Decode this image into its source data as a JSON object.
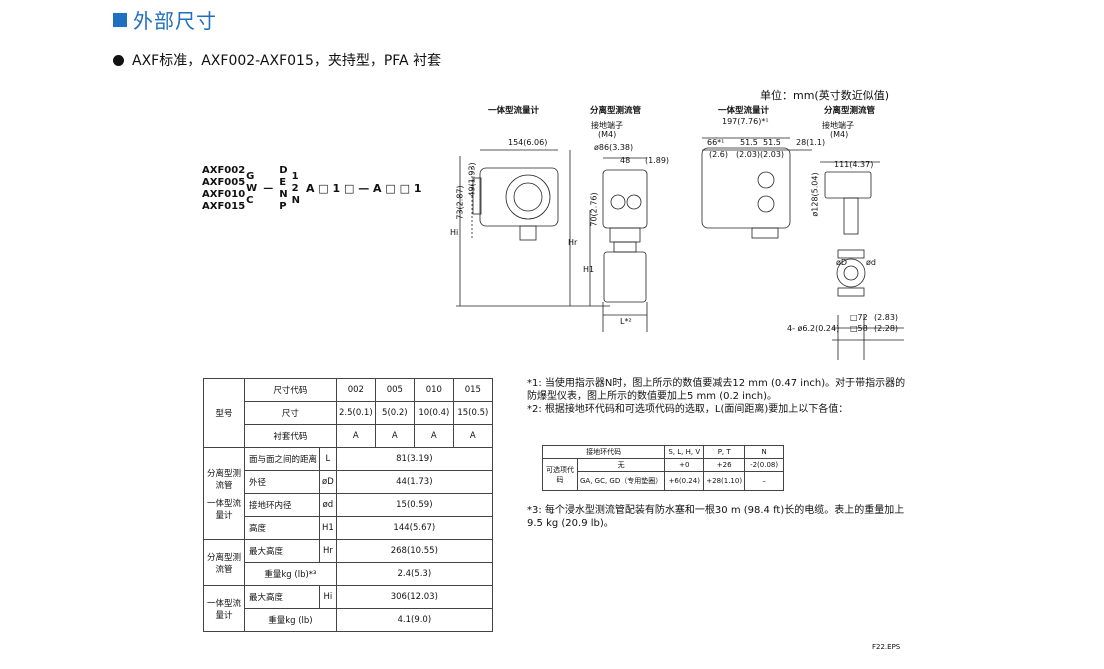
{
  "section_title": "外部尺寸",
  "subtitle": "AXF标准，AXF002-AXF015，夹持型，PFA 衬套",
  "unit_label": "单位：mm(英寸数近似值)",
  "model_code": {
    "models": [
      "AXF002",
      "AXF005",
      "AXF010",
      "AXF015"
    ],
    "suffix1": [
      "G",
      "W",
      "C"
    ],
    "dash": "—",
    "suffix2": [
      "D",
      "E",
      "N",
      "P"
    ],
    "suffix3": [
      "1",
      "2",
      "N"
    ],
    "tail": "A □ 1 □ — A □ □ 1"
  },
  "drawing_labels": {
    "integral_left": "一体型流量计",
    "remote_left": "分离型测流管",
    "integral_right": "一体型流量计",
    "remote_right": "分离型测流管",
    "ground_terminal_left": "接地端子",
    "m4_left": "(M4)",
    "d154": "154(6.06)",
    "d86": "ø86(3.38)",
    "d48": "48",
    "d189": "(1.89)",
    "d49": "49(1.93)",
    "d73": "73(2.87)",
    "d70": "70(2.76)",
    "hi": "Hi",
    "hr": "Hr",
    "h1": "H1",
    "l": "L*²",
    "d197": "197(7.76)*¹",
    "d66": "66*¹",
    "d26": "(2.6)",
    "d515a": "51.5",
    "d515b": "51.5",
    "d203a": "(2.03)",
    "d203b": "(2.03)",
    "d28": "28(1.1)",
    "ground_terminal_right": "接地端子",
    "m4_right": "(M4)",
    "d111": "111(4.37)",
    "d128": "ø128(5.04)",
    "od": "øD",
    "id": "ød",
    "sq72": "□72",
    "sq58": "□58",
    "d283": "(2.83)",
    "d228": "(2.28)",
    "holes": "4- ø6.2(0.24)"
  },
  "spec_table": {
    "model_label": "型号",
    "size_code_label": "尺寸代码",
    "size_label": "尺寸",
    "lining_label": "衬套代码",
    "size_codes": [
      "002",
      "005",
      "010",
      "015"
    ],
    "sizes": [
      "2.5(0.1)",
      "5(0.2)",
      "10(0.4)",
      "15(0.5)"
    ],
    "linings": [
      "A",
      "A",
      "A",
      "A"
    ],
    "remote_tube": "分离型测流管",
    "integral_meter": "一体型流量计",
    "rows": [
      {
        "name": "面与面之间的距离",
        "sym": "L",
        "value": "81(3.19)"
      },
      {
        "name": "外径",
        "sym": "øD",
        "value": "44(1.73)"
      },
      {
        "name": "接地环内径",
        "sym": "ød",
        "value": "15(0.59)"
      },
      {
        "name": "高度",
        "sym": "H1",
        "value": "144(5.67)"
      }
    ],
    "remote_rows": [
      {
        "name": "最大高度",
        "sym": "Hr",
        "value": "268(10.55)"
      },
      {
        "name": "重量kg (lb)*³",
        "value": "2.4(5.3)"
      }
    ],
    "integral_rows": [
      {
        "name": "最大高度",
        "sym": "Hi",
        "value": "306(12.03)"
      },
      {
        "name": "重量kg (lb)",
        "value": "4.1(9.0)"
      }
    ]
  },
  "notes": {
    "n1": "*1: 当使用指示器N时，图上所示的数值要减去12 mm (0.47 inch)。对于带指示器的防爆型仪表，图上所示的数值要加上5 mm (0.2 inch)。",
    "n2": "*2: 根据接地环代码和可选项代码的选取，L(面间距离)要加上以下各值：",
    "n3": "*3: 每个浸水型测流管配装有防水塞和一根30 m (98.4 ft)长的电缆。表上的重量加上9.5 kg (20.9 lb)。"
  },
  "option_table": {
    "header": [
      "接地环代码",
      "S, L, H, V",
      "P, T",
      "N"
    ],
    "option_label": "可选项代码",
    "rows": [
      {
        "code": "无",
        "v1": "+0",
        "v2": "+26",
        "v3": "-2(0.08)"
      },
      {
        "code": "GA, GC, GD（专用垫圈）",
        "v1": "+6(0.24)",
        "v2": "+28(1.10)",
        "v3": "–"
      }
    ]
  },
  "figure_code": "F22.EPS",
  "colors": {
    "accent": "#1e6fc1"
  }
}
